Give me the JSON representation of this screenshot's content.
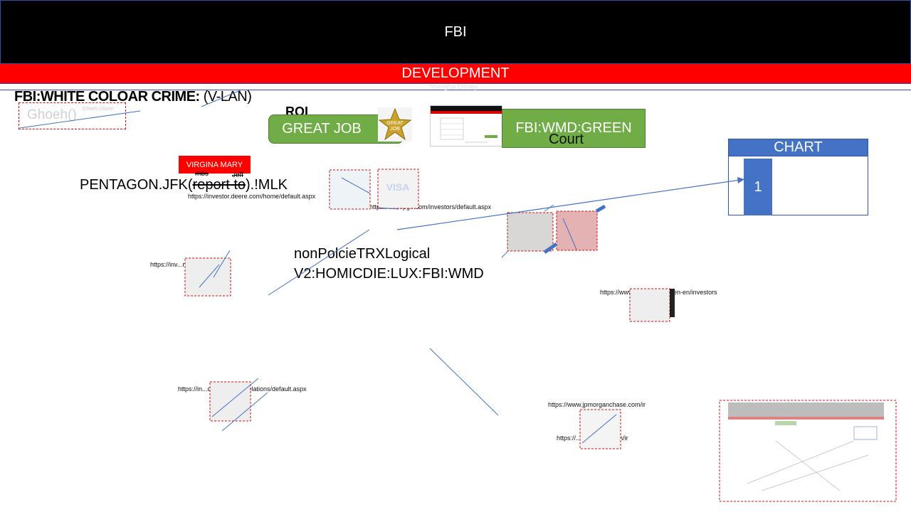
{
  "header": {
    "title": "FBI"
  },
  "banner": {
    "label": "DEVELOPMENT",
    "sub_label": "Shanghai Disney"
  },
  "crime_title": {
    "bold": "FBI:WHITE COLOAR CRIME:",
    "normal": " (V-LAN)"
  },
  "ghoeh": {
    "label": "Ghoeh()",
    "sub": "Ghoeh Ghoeh"
  },
  "roi": {
    "label": "ROI"
  },
  "buttons": {
    "great_job": "GREAT JOB",
    "fbi_wmd_green": "FBI:WMD:GREEN"
  },
  "star_badge": {
    "text_top": "GREAT",
    "text_bottom": "JOB"
  },
  "court": {
    "label": "Court"
  },
  "chart": {
    "title": "CHART",
    "bar_value": "1"
  },
  "virgina": {
    "label": "VIRGINA MARY"
  },
  "names": {
    "mbs": "mbs",
    "jeff": "Jeff"
  },
  "pentagon": {
    "prefix": "PENTAGON.JFK(",
    "struck": "report to",
    "suffix": ").!MLK"
  },
  "urls": {
    "deere": "https://investor.deere.com/home/default.aspx",
    "investors": "https://...tonpg...com/investors/default.aspx",
    "technologies": "https://inv...nologies.com/",
    "tui": "https://www.tuigroup.com/en-en/investors",
    "investor_relations": "https://in...com/investor-relations/default.aspx",
    "jpm_1": "https://www.jpmorganchase.com/ir",
    "jpm_2": "https://...ganchase.com/ir"
  },
  "center_text": {
    "line1": "nonPolcieTRXLogical",
    "line2": "V2:HOMICDIE:LUX:FBI:WMD"
  },
  "colors": {
    "header_bg": "#000000",
    "banner_bg": "#ff0000",
    "green": "#70ad47",
    "chart_blue": "#4472c4",
    "dashed_red": "#d01010"
  },
  "icons": [
    "star-badge-icon",
    "visa-logo-icon",
    "arrow-icon"
  ]
}
